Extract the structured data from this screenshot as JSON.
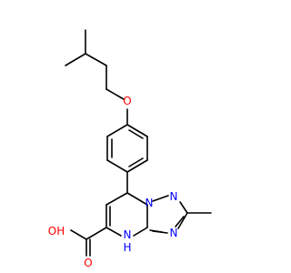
{
  "molecule": {
    "colors": {
      "bond": "#000000",
      "carbon": "#000000",
      "oxygen": "#ff0000",
      "nitrogen": "#0000ff",
      "background": "#ffffff"
    },
    "labels": {
      "ether_oxygen": "O",
      "carbonyl_oxygen": "O",
      "hydroxyl": "OH",
      "nh": "N",
      "nh_h": "H",
      "ring_n1": "N",
      "ring_n2": "N",
      "ring_n3": "N"
    }
  }
}
